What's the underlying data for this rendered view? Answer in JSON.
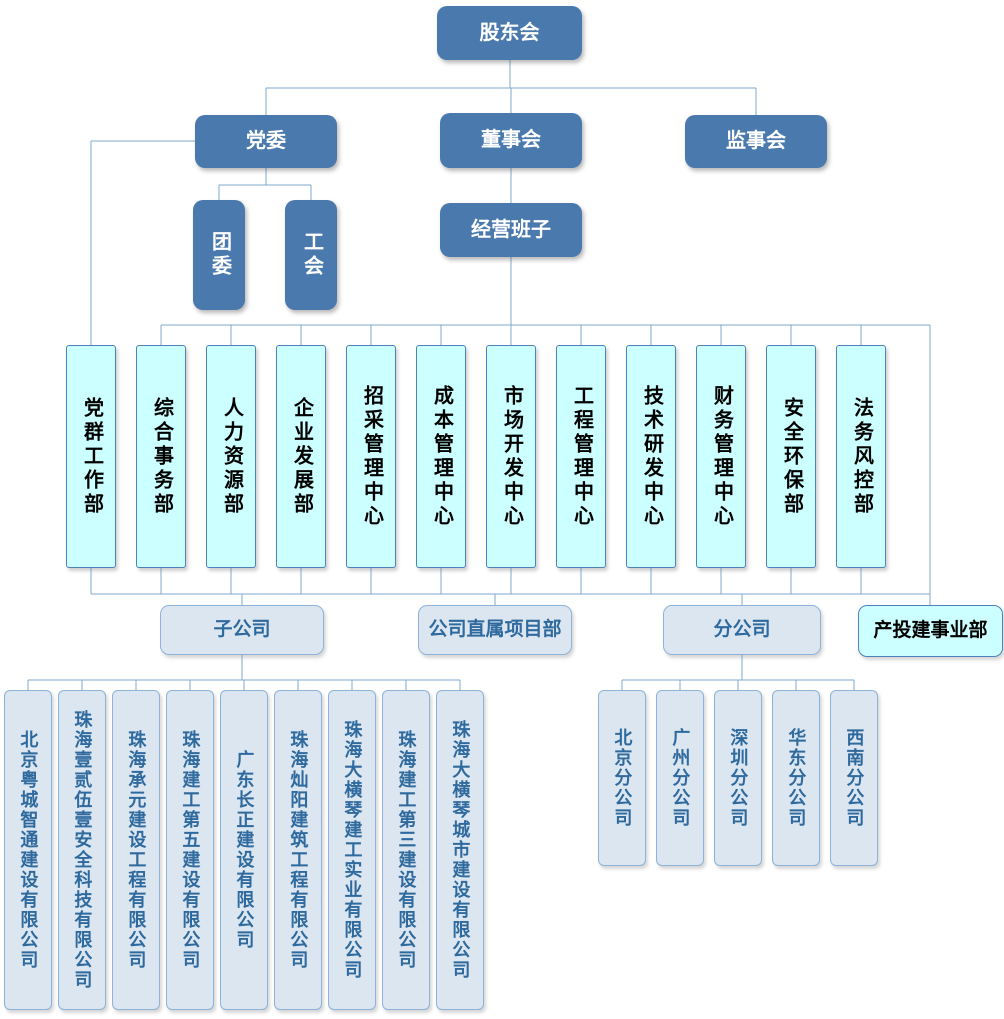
{
  "colors": {
    "primary": "#4a79ad",
    "cyan-fill": "#ccffff",
    "light-fill": "#dce6f1",
    "line": "#7fa9cc",
    "box-border": "#4f81bd",
    "blue-text": "#2f6a9e"
  },
  "org": {
    "shareholders": "股东会",
    "level2": {
      "party_committee": "党委",
      "board": "董事会",
      "supervisors": "监事会"
    },
    "party_children": {
      "youth_league": "团委",
      "labor_union": "工会"
    },
    "management_team": "经营班子",
    "departments": [
      "党群工作部",
      "综合事务部",
      "人力资源部",
      "企业发展部",
      "招采管理中心",
      "成本管理中心",
      "市场开发中心",
      "工程管理中心",
      "技术研发中心",
      "财务管理中心",
      "安全环保部",
      "法务风控部"
    ],
    "tier3": {
      "subsidiaries_group": "子公司",
      "direct_projects": "公司直属项目部",
      "branches_group": "分公司",
      "industry_division": "产投建事业部"
    },
    "subsidiaries": [
      "北京粤城智通建设有限公司",
      "珠海壹贰伍壹安全科技有限公司",
      "珠海承元建设工程有限公司",
      "珠海建工第五建设有限公司",
      "广东长正建设有限公司",
      "珠海灿阳建筑工程有限公司",
      "珠海大横琴建工实业有限公司",
      "珠海建工第三建设有限公司",
      "珠海大横琴城市建设有限公司"
    ],
    "branches": [
      "北京分公司",
      "广州分公司",
      "深圳分公司",
      "华东分公司",
      "西南分公司"
    ]
  }
}
